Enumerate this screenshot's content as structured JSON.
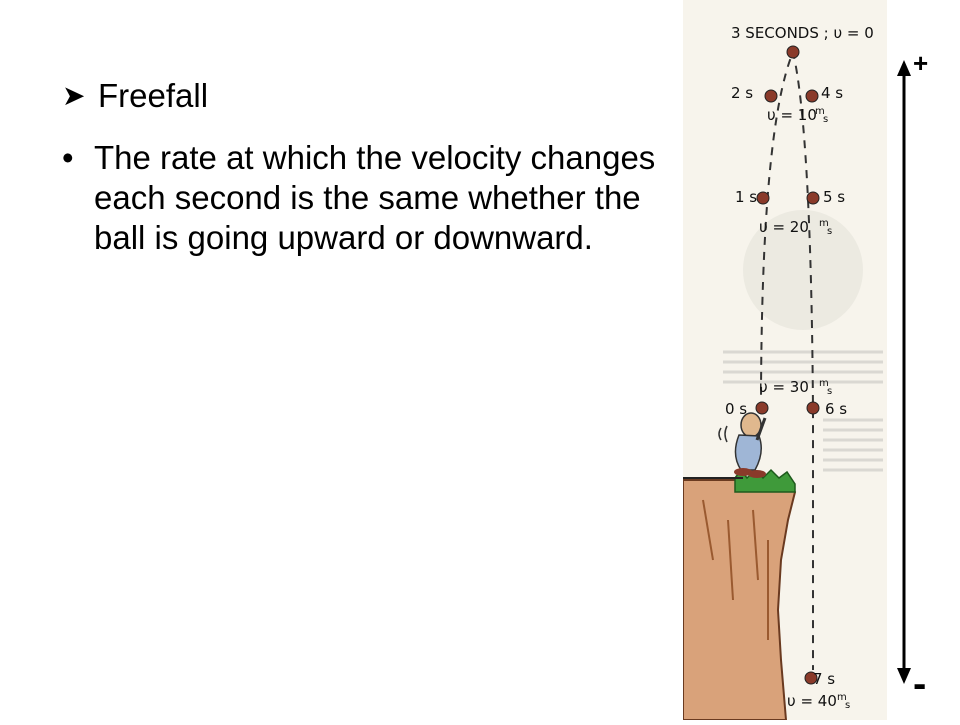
{
  "slide": {
    "heading": "Freefall",
    "bullet_text": "The rate at which the velocity changes each second is the same whether the ball is going upward or downward."
  },
  "figure": {
    "top_label": "3 SECONDS ; υ = 0",
    "labels": {
      "t2": "2 s",
      "t4": "4 s",
      "v10": "υ = 10",
      "t1": "1 s",
      "t5": "5 s",
      "v20": "υ = 20",
      "v30": "υ = 30",
      "t0": "0 s",
      "t6": "6 s",
      "t7": "7 s",
      "v40": "υ = 40"
    },
    "unit_num": "m",
    "unit_den": "s"
  },
  "axis": {
    "plus": "+",
    "minus": "-"
  },
  "colors": {
    "ball": "#8a3a2a",
    "cliff": "#d9a27a",
    "grass": "#3f9a3a",
    "panel": "#f7f4ec"
  },
  "icons": {
    "bullet_arrow": "arrow-bullet-icon",
    "bullet_dot": "bullet-dot-icon"
  }
}
